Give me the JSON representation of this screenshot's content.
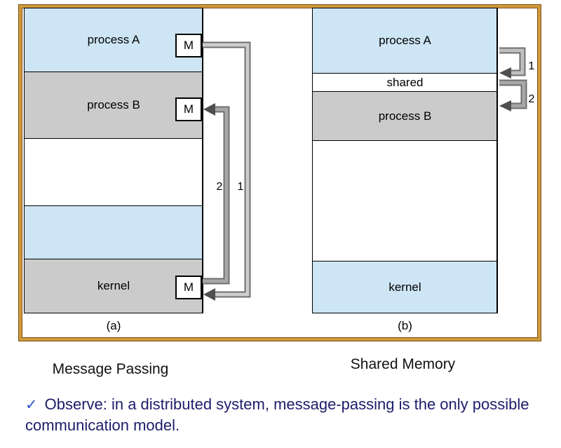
{
  "frame": {
    "panel_a": {
      "marker": "(a)",
      "caption": "Message Passing",
      "boxes": {
        "process_a": "process A",
        "process_b": "process B",
        "kernel": "kernel"
      },
      "message_box": "M",
      "arrow_labels": {
        "one": "1",
        "two": "2"
      }
    },
    "panel_b": {
      "marker": "(b)",
      "caption": "Shared Memory",
      "boxes": {
        "process_a": "process A",
        "shared": "shared",
        "process_b": "process B",
        "kernel": "kernel"
      },
      "arrow_labels": {
        "one": "1",
        "two": "2"
      }
    }
  },
  "note": {
    "check": "✓",
    "text": "Observe: in a distributed system, message-passing is the only possible communication model."
  },
  "colors": {
    "process_blue": "#cde5f4",
    "process_gray": "#cbcbcb",
    "frame_border_gold": "#cf9a3c",
    "frame_border_dark": "#7d5115",
    "arrow_dark": "#4f4f4f",
    "arrow_outline": "#6f6f6f",
    "arrow_light": "#cdcdcd",
    "arrow_mid": "#a8a8a8",
    "note_text": "#1d1d6b",
    "check_blue": "#2f55c8"
  }
}
